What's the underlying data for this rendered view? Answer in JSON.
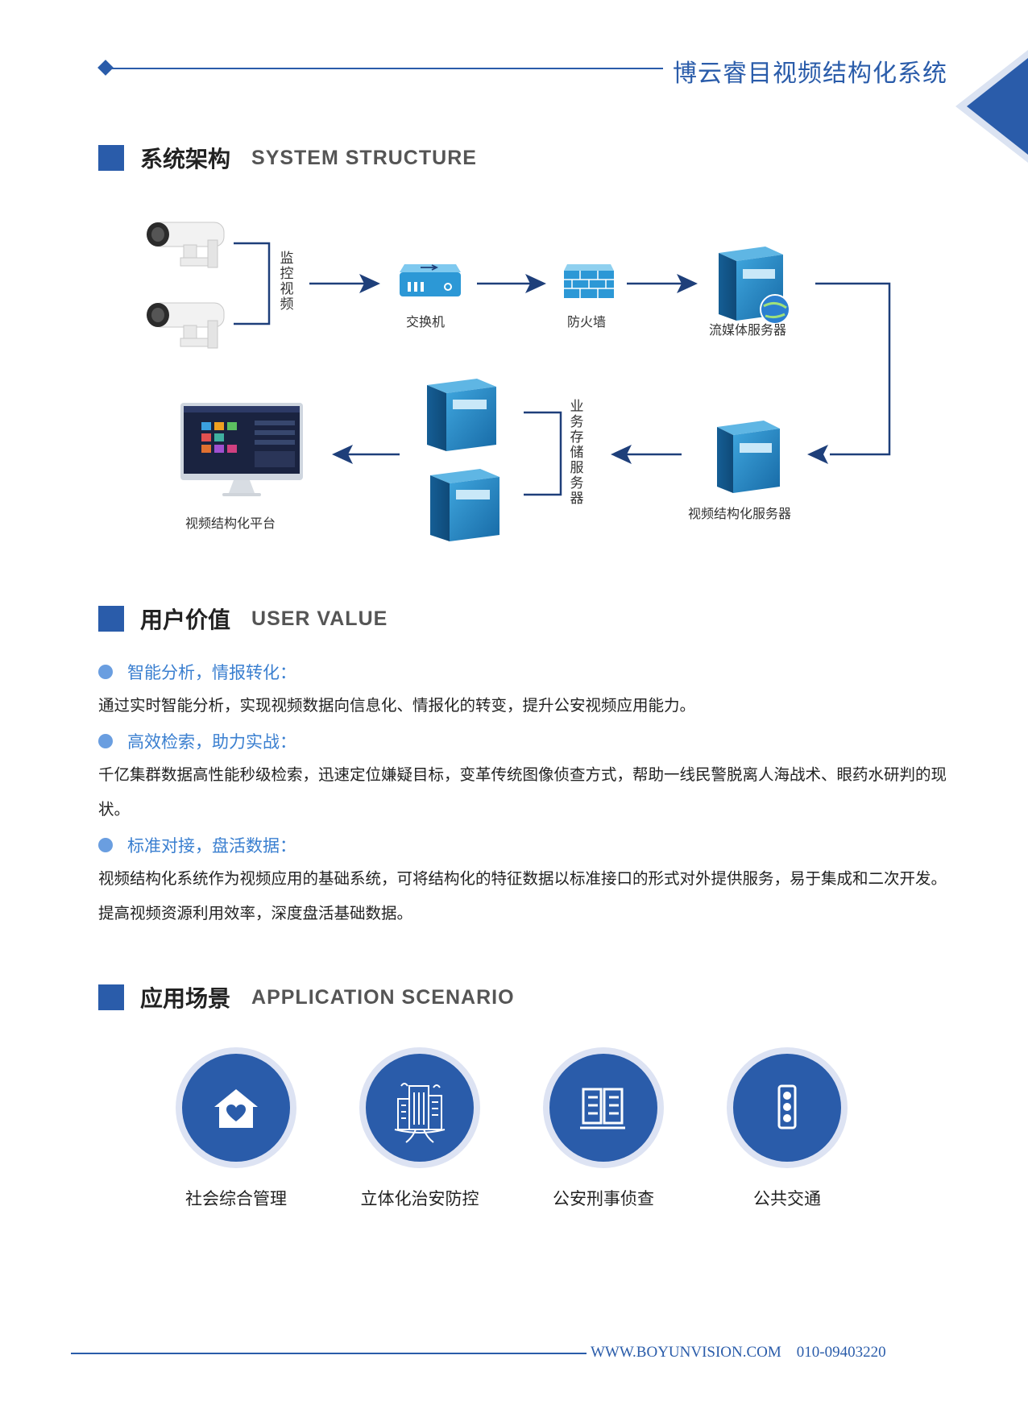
{
  "header": {
    "title": "博云睿目视频结构化系统"
  },
  "sections": {
    "structure": {
      "cn": "系统架构",
      "en": "SYSTEM STRUCTURE"
    },
    "value": {
      "cn": "用户价值",
      "en": "USER VALUE"
    },
    "scenario": {
      "cn": "应用场景",
      "en": "APPLICATION SCENARIO"
    }
  },
  "diagram": {
    "monitor_video": "监控视频",
    "switch": "交换机",
    "firewall": "防火墙",
    "stream_server": "流媒体服务器",
    "platform": "视频结构化平台",
    "storage_server": "业务存储服务器",
    "structuring_server": "视频结构化服务器"
  },
  "user_value": [
    {
      "title": "智能分析，情报转化：",
      "text": "通过实时智能分析，实现视频数据向信息化、情报化的转变，提升公安视频应用能力。"
    },
    {
      "title": "高效检索，助力实战：",
      "text": "千亿集群数据高性能秒级检索，迅速定位嫌疑目标，变革传统图像侦查方式，帮助一线民警脱离人海战术、眼药水研判的现状。"
    },
    {
      "title": "标准对接，盘活数据：",
      "text": "视频结构化系统作为视频应用的基础系统，可将结构化的特征数据以标准接口的形式对外提供服务，易于集成和二次开发。提高视频资源利用效率，深度盘活基础数据。"
    }
  ],
  "scenarios": [
    {
      "label": "社会综合管理",
      "icon": "house-heart-icon"
    },
    {
      "label": "立体化治安防控",
      "icon": "city-building-icon"
    },
    {
      "label": "公安刑事侦查",
      "icon": "open-book-icon"
    },
    {
      "label": "公共交通",
      "icon": "traffic-light-icon"
    }
  ],
  "footer": {
    "website": "WWW.BOYUNVISION.COM",
    "phone": "010-09403220"
  },
  "colors": {
    "brand": "#2a5caa",
    "accent": "#3a7fd0",
    "server": "#1d7ab8"
  }
}
